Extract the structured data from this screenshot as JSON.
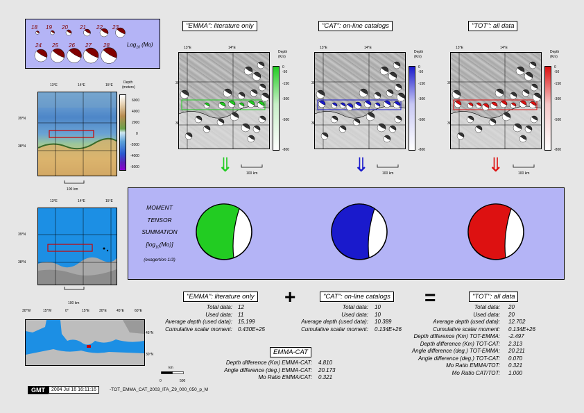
{
  "mag_legend": {
    "numbers": [
      "18",
      "19",
      "20",
      "21",
      "22",
      "23",
      "24",
      "25",
      "26",
      "27",
      "28"
    ],
    "label": "Log",
    "label_sub": "10",
    "label_tail": " (Mo)"
  },
  "panels": [
    {
      "title": "\"EMMA\": literature only",
      "color": "#22cc22",
      "light": "#c8f0c8",
      "arrow": "⇓"
    },
    {
      "title": "\"CAT\": on-line catalogs",
      "color": "#1a1acc",
      "light": "#c8c8f4",
      "arrow": "⇓"
    },
    {
      "title": "\"TOT\": all data",
      "color": "#dd1111",
      "light": "#f6c8c8",
      "arrow": "⇓"
    }
  ],
  "depth_label": [
    "Depth",
    "(Km)"
  ],
  "depth_ticks": [
    "0",
    "-50",
    "-150",
    "-300",
    "-500",
    "-800"
  ],
  "lon_ticks": [
    "13°E",
    "14°E"
  ],
  "lat_ticks": [
    "39°N",
    "38°N"
  ],
  "scale_bar": "100 km",
  "left_map1": {
    "lon_ticks": [
      "13°E",
      "14°E",
      "15°E"
    ],
    "lat_ticks": [
      "39°N",
      "38°N"
    ],
    "depth_label": [
      "Depth",
      "(meters)"
    ],
    "depth_ticks": [
      "6000",
      "4000",
      "2000",
      "0",
      "-2000",
      "-4000",
      "-6000"
    ],
    "scale": "100 km"
  },
  "left_map2": {
    "lon_ticks": [
      "13°E",
      "14°E",
      "15°E"
    ],
    "lat_ticks": [
      "39°N",
      "38°N"
    ],
    "scale": "100 km"
  },
  "left_map3": {
    "lon_ticks": [
      "30°W",
      "15°W",
      "0°",
      "15°E",
      "30°E",
      "45°E",
      "60°E"
    ],
    "lat_ticks": [
      "45°N",
      "30°N"
    ],
    "scale_unit": "km",
    "scale_ticks": [
      "0",
      "500"
    ]
  },
  "summation_text": [
    "MOMENT",
    "TENSOR",
    "SUMMATION",
    "[log",
    "10",
    "(Mo)]",
    "(exagertion 1/3)"
  ],
  "emma": {
    "title": "\"EMMA\": literature only",
    "rows": [
      {
        "label": "Total data:",
        "value": "12"
      },
      {
        "label": "Used data:",
        "value": "11"
      },
      {
        "label": "Average depth (used data):",
        "value": "15.199"
      },
      {
        "label": "Cumulative scalar moment:",
        "value": "0.430E+25"
      }
    ]
  },
  "cat": {
    "title": "\"CAT\": on-line catalogs",
    "rows": [
      {
        "label": "Total data:",
        "value": "10"
      },
      {
        "label": "Used data:",
        "value": "10"
      },
      {
        "label": "Average depth (used data):",
        "value": "10.389"
      },
      {
        "label": "Cumulative scalar moment:",
        "value": "0.134E+26"
      }
    ]
  },
  "tot": {
    "title": "\"TOT\": all data",
    "rows": [
      {
        "label": "Total data:",
        "value": "20"
      },
      {
        "label": "Used data:",
        "value": "20"
      },
      {
        "label": "Average depth (used data):",
        "value": "12.702"
      },
      {
        "label": "Cumulative scalar moment:",
        "value": "0.134E+26"
      },
      {
        "label": "Depth difference (Km) TOT-EMMA:",
        "value": "-2.497"
      },
      {
        "label": "Depth difference (Km) TOT-CAT:",
        "value": "2.313"
      },
      {
        "label": "Angle difference (deg.) TOT-EMMA:",
        "value": "20.211"
      },
      {
        "label": "Angle difference (deg.) TOT-CAT:",
        "value": "0.070"
      },
      {
        "label": "Mo Ratio EMMA/TOT:",
        "value": "0.321"
      },
      {
        "label": "Mo Ratio CAT/TOT:",
        "value": "1.000"
      }
    ]
  },
  "emma_cat": {
    "title": "EMMA-CAT",
    "rows": [
      {
        "label": "Depth difference (Km) EMMA-CAT:",
        "value": "4.810"
      },
      {
        "label": "Angle difference (deg.) EMMA-CAT:",
        "value": "20.173"
      },
      {
        "label": "Mo Ratio EMMA/CAT:",
        "value": "0.321"
      }
    ]
  },
  "operators": {
    "plus": "+",
    "equals": "="
  },
  "footer": {
    "logo": "GMT",
    "timestamp": "2004 Jul 16 16:11:16",
    "filename": "-TOT_EMMA_CAT_2003_ITA_Z9_000_050_p_M"
  }
}
